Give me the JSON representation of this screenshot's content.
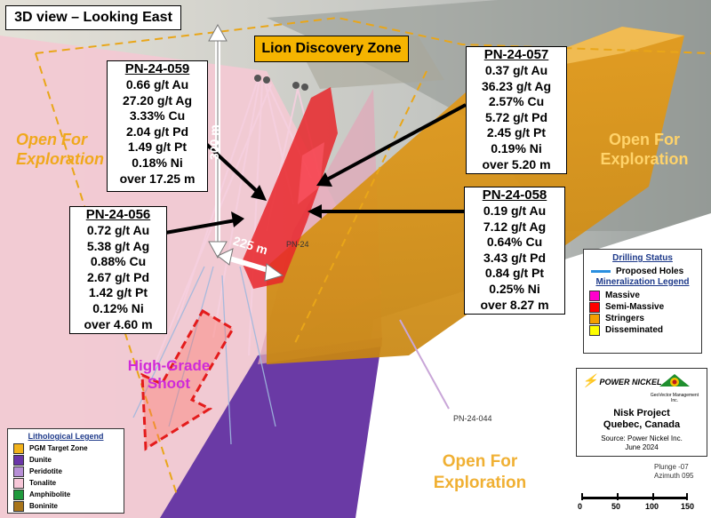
{
  "title": "3D view – Looking East",
  "zone_label": "Lion Discovery Zone",
  "open_labels": [
    "Open For Exploration",
    "Open For Exploration",
    "Open For Exploration"
  ],
  "shoot_label": "High-Grade Shoot",
  "dim_vertical": "300 m",
  "dim_horizontal": "225 m",
  "hole_tags": [
    "PN-24",
    "PN-24-044"
  ],
  "intercepts": [
    {
      "hole": "PN-24-059",
      "lines": [
        "0.66 g/t Au",
        "27.20 g/t Ag",
        "3.33% Cu",
        "2.04 g/t Pd",
        "1.49 g/t Pt",
        "0.18% Ni",
        "over 17.25 m"
      ]
    },
    {
      "hole": "PN-24-056",
      "lines": [
        "0.72 g/t Au",
        "5.38 g/t Ag",
        "0.88% Cu",
        "2.67 g/t Pd",
        "1.42 g/t Pt",
        "0.12% Ni",
        "over 4.60 m"
      ]
    },
    {
      "hole": "PN-24-057",
      "lines": [
        "0.37 g/t Au",
        "36.23 g/t Ag",
        "2.57% Cu",
        "5.72 g/t Pd",
        "2.45 g/t Pt",
        "0.19% Ni",
        "over 5.20 m"
      ]
    },
    {
      "hole": "PN-24-058",
      "lines": [
        "0.19 g/t Au",
        "7.12 g/t Ag",
        "0.64% Cu",
        "3.43 g/t Pd",
        "0.84 g/t Pt",
        "0.25% Ni",
        "over 8.27 m"
      ]
    }
  ],
  "drilling": {
    "title": "Drilling Status",
    "proposed": "Proposed Holes",
    "mineral_title": "Mineralization Legend",
    "items": [
      {
        "label": "Massive",
        "color": "#ff00cc"
      },
      {
        "label": "Semi-Massive",
        "color": "#ff0000"
      },
      {
        "label": "Stringers",
        "color": "#f5a000"
      },
      {
        "label": "Disseminated",
        "color": "#ffff00"
      }
    ]
  },
  "litho": {
    "title": "Lithological Legend",
    "items": [
      {
        "label": "PGM Target Zone",
        "color": "#f2b21b"
      },
      {
        "label": "Dunite",
        "color": "#6a35a8"
      },
      {
        "label": "Peridotite",
        "color": "#b78fd6"
      },
      {
        "label": "Tonalite",
        "color": "#f7c7d8"
      },
      {
        "label": "Amphibolite",
        "color": "#1f9a3c"
      },
      {
        "label": "Boninite",
        "color": "#a8741a"
      }
    ]
  },
  "project": {
    "company1": "POWER NICKEL",
    "company2": "GeoVector Management Inc.",
    "name": "Nisk Project",
    "location": "Quebec, Canada",
    "source": "Source: Power Nickel Inc.",
    "date": "June 2024"
  },
  "orientation": {
    "plunge": "Plunge -07",
    "azimuth": "Azimuth 095"
  },
  "scale": {
    "ticks": [
      "0",
      "50",
      "100",
      "150"
    ]
  }
}
